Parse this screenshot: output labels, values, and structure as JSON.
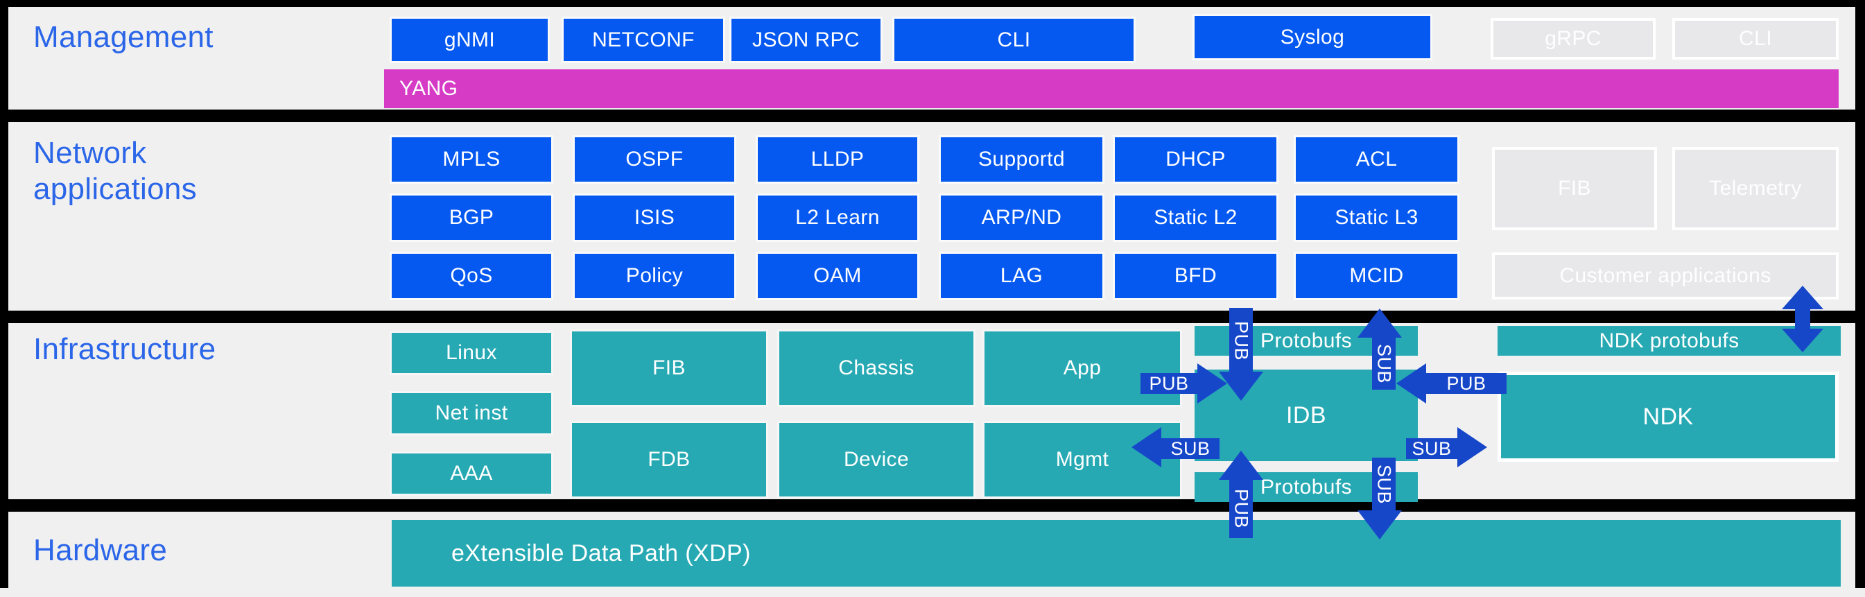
{
  "management": {
    "label": "Management",
    "protocols": [
      "gNMI",
      "NETCONF",
      "JSON RPC",
      "CLI",
      "Syslog"
    ],
    "future": [
      "gRPC",
      "CLI"
    ],
    "yang": "YANG"
  },
  "network_applications": {
    "label": "Network applications",
    "apps": [
      [
        "MPLS",
        "OSPF",
        "LLDP",
        "Supportd",
        "DHCP",
        "ACL"
      ],
      [
        "BGP",
        "ISIS",
        "L2 Learn",
        "ARP/ND",
        "Static L2",
        "Static L3"
      ],
      [
        "QoS",
        "Policy",
        "OAM",
        "LAG",
        "BFD",
        "MCID"
      ]
    ],
    "gray": {
      "fib": "FIB",
      "telemetry": "Telemetry",
      "customer": "Customer applications"
    }
  },
  "infrastructure": {
    "label": "Infrastructure",
    "stack": [
      "Linux",
      "Net inst",
      "AAA"
    ],
    "modules": [
      [
        "FIB",
        "Chassis",
        "App"
      ],
      [
        "FDB",
        "Device",
        "Mgmt"
      ]
    ],
    "protobufs_top": "Protobufs",
    "protobufs_bottom": "Protobufs",
    "idb": "IDB",
    "ndk_protobufs": "NDK protobufs",
    "ndk": "NDK",
    "arrows": {
      "top_pub": "PUB",
      "top_sub": "SUB",
      "left_pub": "PUB",
      "left_sub": "SUB",
      "right_pub": "PUB",
      "right_sub": "SUB",
      "bottom_pub": "PUB",
      "bottom_sub": "SUB"
    }
  },
  "hardware": {
    "label": "Hardware",
    "xdp": "eXtensible Data Path (XDP)"
  },
  "colors": {
    "box_blue": "#0559f0",
    "teal": "#27a9b3",
    "magenta": "#d63bc5",
    "arrow_blue": "#1747c9",
    "label_blue": "#2b66e8",
    "background": "#f0f0f1",
    "gray_box": "#e8e8ea",
    "black": "#000000"
  }
}
